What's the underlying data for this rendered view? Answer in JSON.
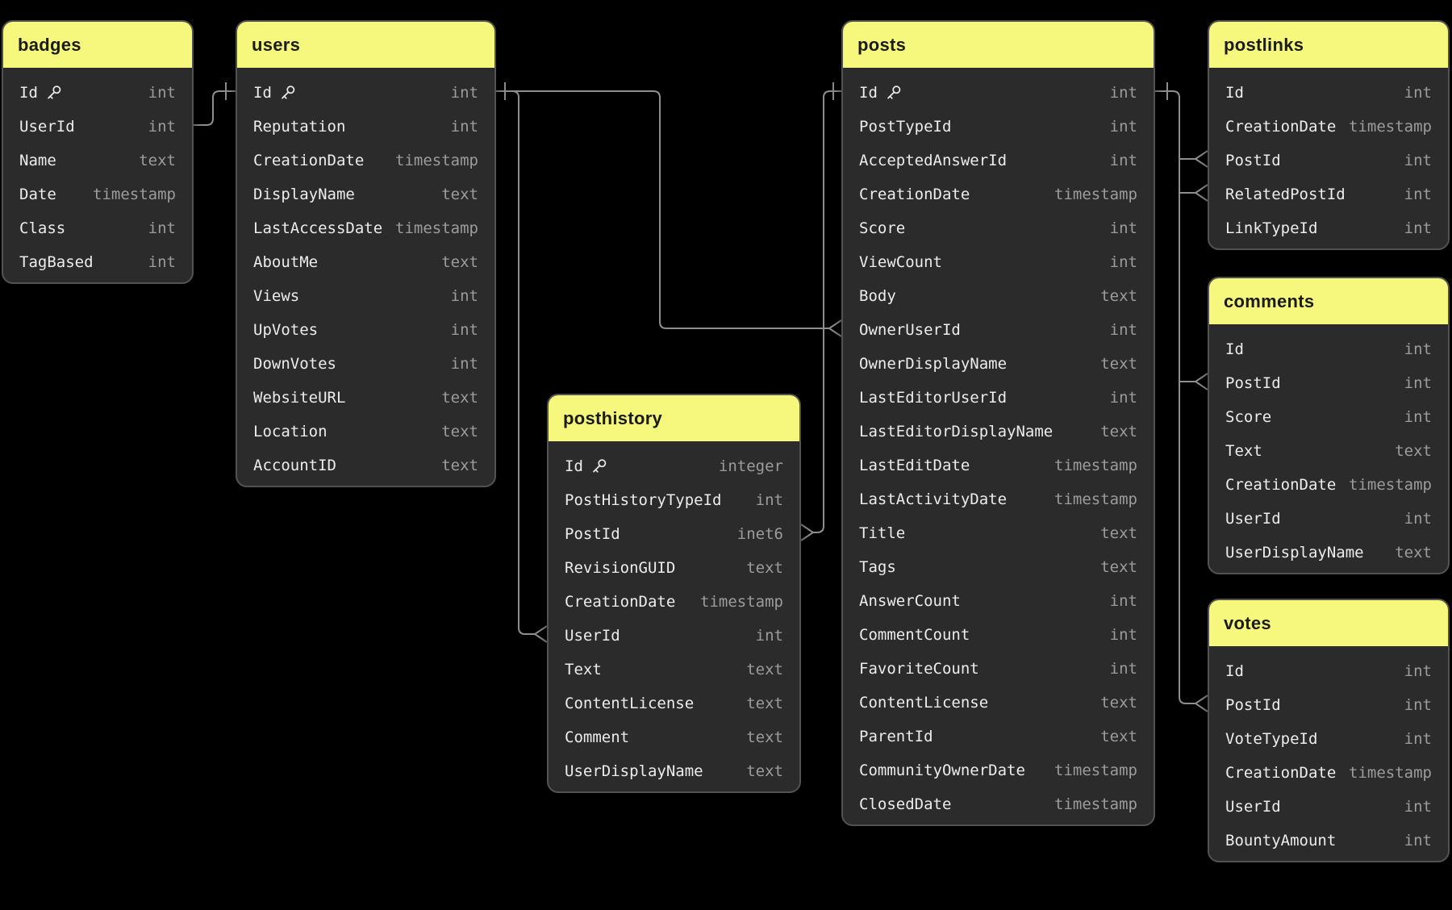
{
  "diagram": {
    "kind": "database-schema-erd",
    "colors": {
      "background": "#000000",
      "header_yellow": "#f5f87c",
      "table_body": "#2b2b2b",
      "table_border": "#525252",
      "field_text": "#ececec",
      "type_text": "#9c9c9c",
      "title_text": "#1b1b1b",
      "relation_line": "#8e8e8e"
    }
  },
  "tables": [
    {
      "id": "badges",
      "title": "badges",
      "fields": [
        {
          "name": "Id",
          "type": "int",
          "pk": true
        },
        {
          "name": "UserId",
          "type": "int"
        },
        {
          "name": "Name",
          "type": "text"
        },
        {
          "name": "Date",
          "type": "timestamp"
        },
        {
          "name": "Class",
          "type": "int"
        },
        {
          "name": "TagBased",
          "type": "int"
        }
      ]
    },
    {
      "id": "users",
      "title": "users",
      "fields": [
        {
          "name": "Id",
          "type": "int",
          "pk": true
        },
        {
          "name": "Reputation",
          "type": "int"
        },
        {
          "name": "CreationDate",
          "type": "timestamp"
        },
        {
          "name": "DisplayName",
          "type": "text"
        },
        {
          "name": "LastAccessDate",
          "type": "timestamp"
        },
        {
          "name": "AboutMe",
          "type": "text"
        },
        {
          "name": "Views",
          "type": "int"
        },
        {
          "name": "UpVotes",
          "type": "int"
        },
        {
          "name": "DownVotes",
          "type": "int"
        },
        {
          "name": "WebsiteURL",
          "type": "text"
        },
        {
          "name": "Location",
          "type": "text"
        },
        {
          "name": "AccountID",
          "type": "text"
        }
      ]
    },
    {
      "id": "posthistory",
      "title": "posthistory",
      "fields": [
        {
          "name": "Id",
          "type": "integer",
          "pk": true
        },
        {
          "name": "PostHistoryTypeId",
          "type": "int"
        },
        {
          "name": "PostId",
          "type": "inet6"
        },
        {
          "name": "RevisionGUID",
          "type": "text"
        },
        {
          "name": "CreationDate",
          "type": "timestamp"
        },
        {
          "name": "UserId",
          "type": "int"
        },
        {
          "name": "Text",
          "type": "text"
        },
        {
          "name": "ContentLicense",
          "type": "text"
        },
        {
          "name": "Comment",
          "type": "text"
        },
        {
          "name": "UserDisplayName",
          "type": "text"
        }
      ]
    },
    {
      "id": "posts",
      "title": "posts",
      "fields": [
        {
          "name": "Id",
          "type": "int",
          "pk": true
        },
        {
          "name": "PostTypeId",
          "type": "int"
        },
        {
          "name": "AcceptedAnswerId",
          "type": "int"
        },
        {
          "name": "CreationDate",
          "type": "timestamp"
        },
        {
          "name": "Score",
          "type": "int"
        },
        {
          "name": "ViewCount",
          "type": "int"
        },
        {
          "name": "Body",
          "type": "text"
        },
        {
          "name": "OwnerUserId",
          "type": "int"
        },
        {
          "name": "OwnerDisplayName",
          "type": "text"
        },
        {
          "name": "LastEditorUserId",
          "type": "int"
        },
        {
          "name": "LastEditorDisplayName",
          "type": "text"
        },
        {
          "name": "LastEditDate",
          "type": "timestamp"
        },
        {
          "name": "LastActivityDate",
          "type": "timestamp"
        },
        {
          "name": "Title",
          "type": "text"
        },
        {
          "name": "Tags",
          "type": "text"
        },
        {
          "name": "AnswerCount",
          "type": "int"
        },
        {
          "name": "CommentCount",
          "type": "int"
        },
        {
          "name": "FavoriteCount",
          "type": "int"
        },
        {
          "name": "ContentLicense",
          "type": "text"
        },
        {
          "name": "ParentId",
          "type": "text"
        },
        {
          "name": "CommunityOwnerDate",
          "type": "timestamp"
        },
        {
          "name": "ClosedDate",
          "type": "timestamp"
        }
      ]
    },
    {
      "id": "postlinks",
      "title": "postlinks",
      "fields": [
        {
          "name": "Id",
          "type": "int"
        },
        {
          "name": "CreationDate",
          "type": "timestamp"
        },
        {
          "name": "PostId",
          "type": "int"
        },
        {
          "name": "RelatedPostId",
          "type": "int"
        },
        {
          "name": "LinkTypeId",
          "type": "int"
        }
      ]
    },
    {
      "id": "comments",
      "title": "comments",
      "fields": [
        {
          "name": "Id",
          "type": "int"
        },
        {
          "name": "PostId",
          "type": "int"
        },
        {
          "name": "Score",
          "type": "int"
        },
        {
          "name": "Text",
          "type": "text"
        },
        {
          "name": "CreationDate",
          "type": "timestamp"
        },
        {
          "name": "UserId",
          "type": "int"
        },
        {
          "name": "UserDisplayName",
          "type": "text"
        }
      ]
    },
    {
      "id": "votes",
      "title": "votes",
      "fields": [
        {
          "name": "Id",
          "type": "int"
        },
        {
          "name": "PostId",
          "type": "int"
        },
        {
          "name": "VoteTypeId",
          "type": "int"
        },
        {
          "name": "CreationDate",
          "type": "timestamp"
        },
        {
          "name": "UserId",
          "type": "int"
        },
        {
          "name": "BountyAmount",
          "type": "int"
        }
      ]
    }
  ],
  "relationships": [
    {
      "from": "badges.UserId",
      "to": "users.Id"
    },
    {
      "from": "posts.OwnerUserId",
      "to": "users.Id"
    },
    {
      "from": "posthistory.UserId",
      "to": "users.Id"
    },
    {
      "from": "posthistory.PostId",
      "to": "posts.Id"
    },
    {
      "from": "postlinks.PostId",
      "to": "posts.Id"
    },
    {
      "from": "postlinks.RelatedPostId",
      "to": "posts.Id"
    },
    {
      "from": "comments.PostId",
      "to": "posts.Id"
    },
    {
      "from": "votes.PostId",
      "to": "posts.Id"
    }
  ]
}
